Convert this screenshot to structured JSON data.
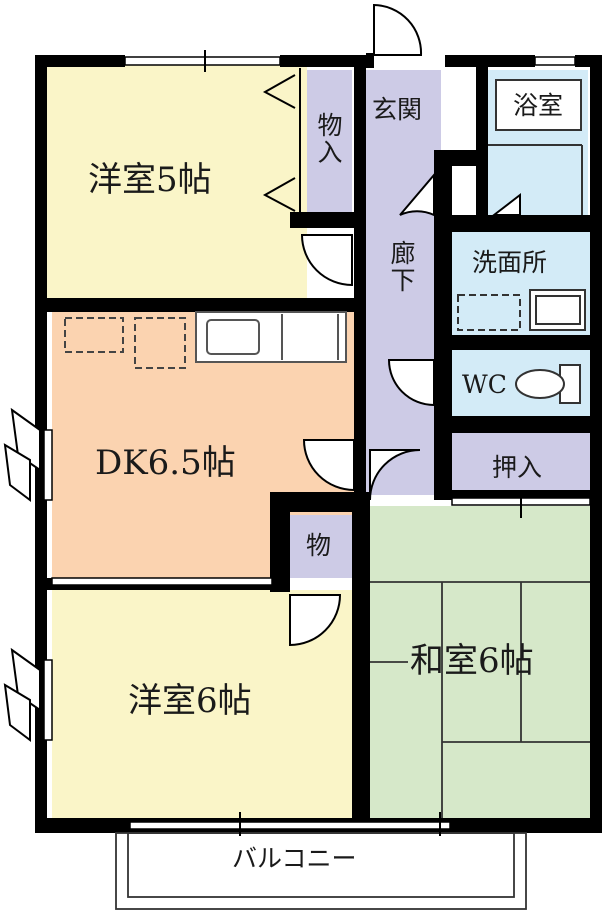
{
  "floorplan": {
    "rooms": {
      "western_room_north": {
        "label": "洋室5帖",
        "fill": "#faf5c8"
      },
      "storage_north": {
        "label": "物入",
        "fill": "#cdcbe6"
      },
      "entrance": {
        "label": "玄関",
        "fill": "#cdcbe6"
      },
      "bathroom": {
        "label": "浴室",
        "fill": "#d3ebf7"
      },
      "corridor": {
        "label": "廊下",
        "fill": "#cdcbe6"
      },
      "washroom": {
        "label": "洗面所",
        "fill": "#d3ebf7"
      },
      "dining_kitchen": {
        "label": "DK6.5帖",
        "fill": "#fbd3b0"
      },
      "toilet": {
        "label": "WC",
        "fill": "#d3ebf7"
      },
      "closet": {
        "label": "押入",
        "fill": "#cdcbe6"
      },
      "storage_small": {
        "label": "物",
        "fill": "#cdcbe6"
      },
      "japanese_room": {
        "label": "和室6帖",
        "fill": "#d6e8c9"
      },
      "western_room_south": {
        "label": "洋室6帖",
        "fill": "#faf5c8"
      },
      "balcony": {
        "label": "バルコニー",
        "fill": "#ffffff"
      }
    },
    "colors": {
      "wall": "#000000",
      "outline": "#333333",
      "kitchen_line": "#555555"
    }
  }
}
